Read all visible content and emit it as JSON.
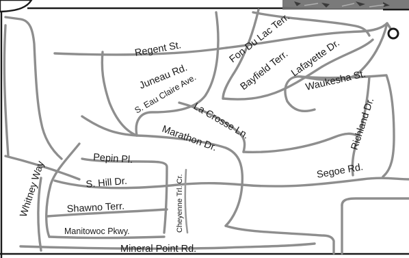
{
  "map": {
    "streets": {
      "regent": "Regent St.",
      "fon_du_lac": "Fon Du Lac Terr.",
      "juneau": "Juneau Rd.",
      "bayfield": "Bayfield Terr.",
      "lafayette": "Lafayette Dr.",
      "waukesha": "Waukesha St.",
      "eau_claire": "S. Eau Claire Ave.",
      "la_crosse": "La Crosse Ln.",
      "marathon": "Marathon Dr.",
      "richland": "Richland Dr.",
      "whitney": "Whitney Way",
      "pepin": "Pepin Pl.",
      "cheyenne": "Cheyenne Trl. Cr.",
      "segoe": "Segoe Rd.",
      "hill": "S. Hill Dr.",
      "shawno": "Shawno Terr.",
      "manitowoc": "Manitowoc Pkwy.",
      "mineral_point": "Mineral Point Rd."
    },
    "colors": {
      "road": "#8e8e8e",
      "label": "#1a1a1a",
      "frame": "#1a1a1a",
      "background": "#ffffff",
      "photo_inset": "#6b6b6b"
    },
    "markers": {
      "location": "circle-marker-icon"
    }
  }
}
